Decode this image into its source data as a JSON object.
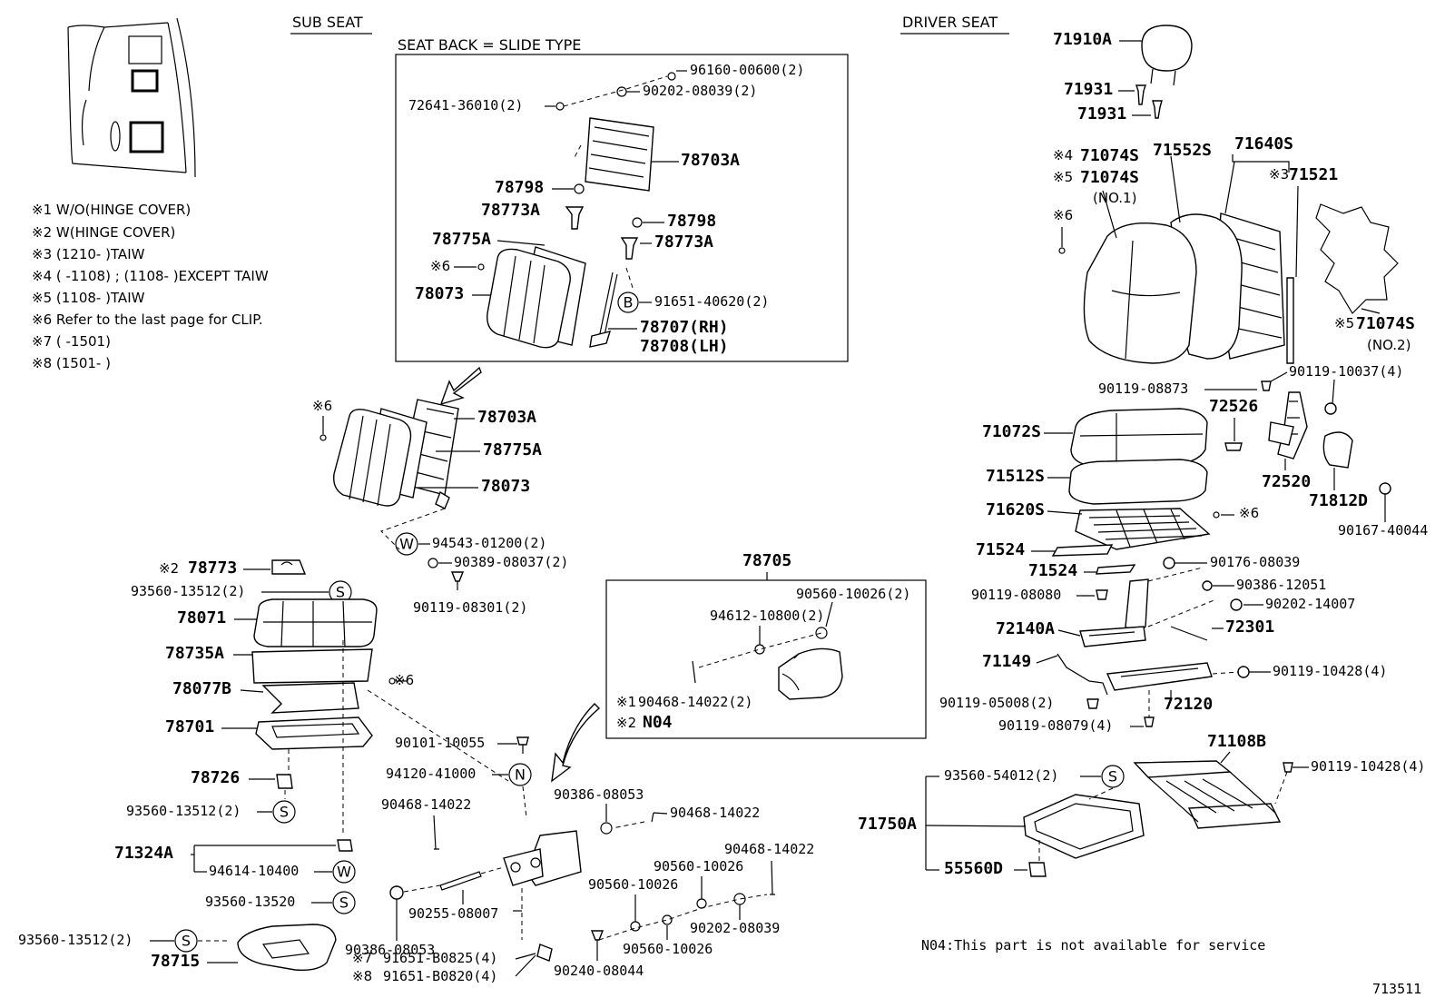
{
  "headers": {
    "sub_seat": "SUB SEAT",
    "seat_back": "SEAT BACK = SLIDE TYPE",
    "driver_seat": "DRIVER SEAT"
  },
  "notes": [
    "※1 W/O(HINGE COVER)",
    "※2 W(HINGE COVER)",
    "※3 (1210-      )TAIW",
    "※4 (      -1108) ; (1108-      )EXCEPT TAIW",
    "※5 (1108-      )TAIW",
    "※6  Refer to the last page for CLIP.",
    "※7 (      -1501)",
    "※8 (1501-      )"
  ],
  "symbols": {
    "S": "S",
    "W": "W",
    "N": "N",
    "B": "B"
  },
  "marks": {
    "m2": "※2",
    "m3": "※3",
    "m4": "※4",
    "m5": "※5",
    "m6": "※6"
  },
  "parts": {
    "p96160": "96160-00600(2)",
    "p72641": "72641-36010(2)",
    "p90202_08039_2": "90202-08039(2)",
    "p78703A_in": "78703A",
    "p78798_a": "78798",
    "p78773A_a": "78773A",
    "p78798_b": "78798",
    "p78773A_b": "78773A",
    "p78775A_in": "78775A",
    "p78073_in": "78073",
    "p91651_40620": "91651-40620(2)",
    "p78707": "78707(RH)",
    "p78708": "78708(LH)",
    "p78703A": "78703A",
    "p78775A": "78775A",
    "p78073": "78073",
    "p94543": "94543-01200(2)",
    "p90389": "90389-08037(2)",
    "p90119_08301": "90119-08301(2)",
    "p78773": "78773",
    "p93560_13512_a": "93560-13512(2)",
    "p78071": "78071",
    "p78735A": "78735A",
    "p78077B": "78077B",
    "p78701": "78701",
    "p78726": "78726",
    "p93560_13512_b": "93560-13512(2)",
    "p71324A": "71324A",
    "p94614": "94614-10400",
    "p93560_13520": "93560-13520",
    "p93560_13512_c": "93560-13512(2)",
    "p78715": "78715",
    "p90101": "90101-10055",
    "p94120": "94120-41000",
    "p90468_a": "90468-14022",
    "p90386_08053_a": "90386-08053",
    "p90468_b": "90468-14022",
    "p90468_c": "90468-14022",
    "p90560_10026_a": "90560-10026",
    "p90560_10026_b": "90560-10026",
    "p90255": "90255-08007",
    "p90386_08053_b": "90386-08053",
    "p90202_08039": "90202-08039",
    "p90560_10026_c": "90560-10026",
    "p91651_B0825": "91651-B0825(4)",
    "p91651_B0820": "91651-B0820(4)",
    "p90240": "90240-08044",
    "p78705": "78705",
    "p90560_10026_2": "90560-10026(2)",
    "p94612": "94612-10800(2)",
    "p90468_14022_2": "90468-14022(2)",
    "pN04": "N04",
    "p71910A": "71910A",
    "p71931_a": "71931",
    "p71931_b": "71931",
    "p71074S_4": "71074S",
    "p71074S_5": "71074S",
    "p71552S": "71552S",
    "p71640S": "71640S",
    "p71521": "71521",
    "pNO1": "(NO.1)",
    "p71074S_no2": "71074S",
    "pNO2": "(NO.2)",
    "p90119_08873": "90119-08873",
    "p90119_10037": "90119-10037(4)",
    "p72526": "72526",
    "p71072S": "71072S",
    "p71512S": "71512S",
    "p72520": "72520",
    "p71812D": "71812D",
    "p71620S": "71620S",
    "p90167": "90167-40044",
    "p71524_a": "71524",
    "p71524_b": "71524",
    "p90176": "90176-08039",
    "p90119_08080": "90119-08080",
    "p90386_12051": "90386-12051",
    "p90202_14007": "90202-14007",
    "p72140A": "72140A",
    "p72301": "72301",
    "p71149": "71149",
    "p90119_10428_a": "90119-10428(4)",
    "p90119_05008": "90119-05008(2)",
    "p72120": "72120",
    "p90119_08079": "90119-08079(4)",
    "p71108B": "71108B",
    "p93560_54012": "93560-54012(2)",
    "p90119_10428_b": "90119-10428(4)",
    "p71750A": "71750A",
    "p55560D": "55560D"
  },
  "footnote": "N04:This part is not available for service",
  "figure_id": "713511"
}
